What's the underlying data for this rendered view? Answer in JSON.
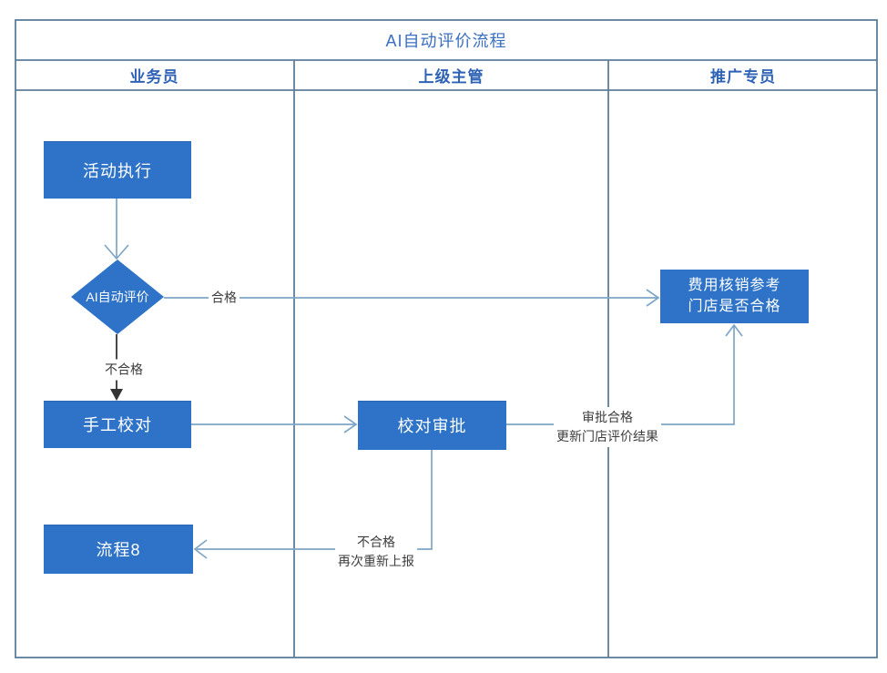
{
  "title": "AI自动评价流程",
  "lanes": [
    {
      "label": "业务员"
    },
    {
      "label": "上级主管"
    },
    {
      "label": "推广专员"
    }
  ],
  "nodes": {
    "activity": {
      "label": "活动执行",
      "type": "process",
      "lane": "业务员"
    },
    "ai_eval": {
      "label": "AI自动评价",
      "type": "decision",
      "lane": "业务员"
    },
    "manual_check": {
      "label": "手工校对",
      "type": "process",
      "lane": "业务员"
    },
    "review": {
      "label": "校对审批",
      "type": "process",
      "lane": "上级主管"
    },
    "fee_ref": {
      "label_line1": "费用核销参考",
      "label_line2": "门店是否合格",
      "type": "process",
      "lane": "推广专员"
    },
    "process8": {
      "label": "流程8",
      "type": "process",
      "lane": "业务员"
    }
  },
  "edge_labels": {
    "qualified": "合格",
    "unqualified": "不合格",
    "approve_line1": "审批合格",
    "approve_line2": "更新门店评价结果",
    "reject_line1": "不合格",
    "reject_line2": "再次重新上报"
  },
  "colors": {
    "node_fill": "#2e73c8",
    "node_text": "#ffffff",
    "grid_border": "#5d7e99",
    "connector_blue": "#7da6c6",
    "connector_dark": "#333333",
    "title_text": "#3b6fc0",
    "lane_header_text": "#2f63b6",
    "edge_label_text": "#3d3d3d"
  }
}
